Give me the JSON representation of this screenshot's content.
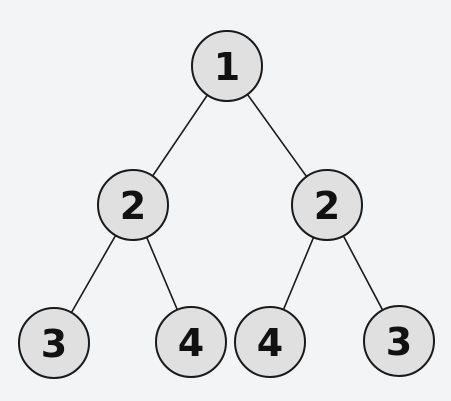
{
  "tree": {
    "nodes": [
      {
        "id": "root",
        "label": "1"
      },
      {
        "id": "left",
        "label": "2"
      },
      {
        "id": "right",
        "label": "2"
      },
      {
        "id": "left-left",
        "label": "3"
      },
      {
        "id": "left-right",
        "label": "4"
      },
      {
        "id": "right-left",
        "label": "4"
      },
      {
        "id": "right-right",
        "label": "3"
      }
    ],
    "edges": [
      [
        "root",
        "left"
      ],
      [
        "root",
        "right"
      ],
      [
        "left",
        "left-left"
      ],
      [
        "left",
        "left-right"
      ],
      [
        "right",
        "right-left"
      ],
      [
        "right",
        "right-right"
      ]
    ]
  }
}
